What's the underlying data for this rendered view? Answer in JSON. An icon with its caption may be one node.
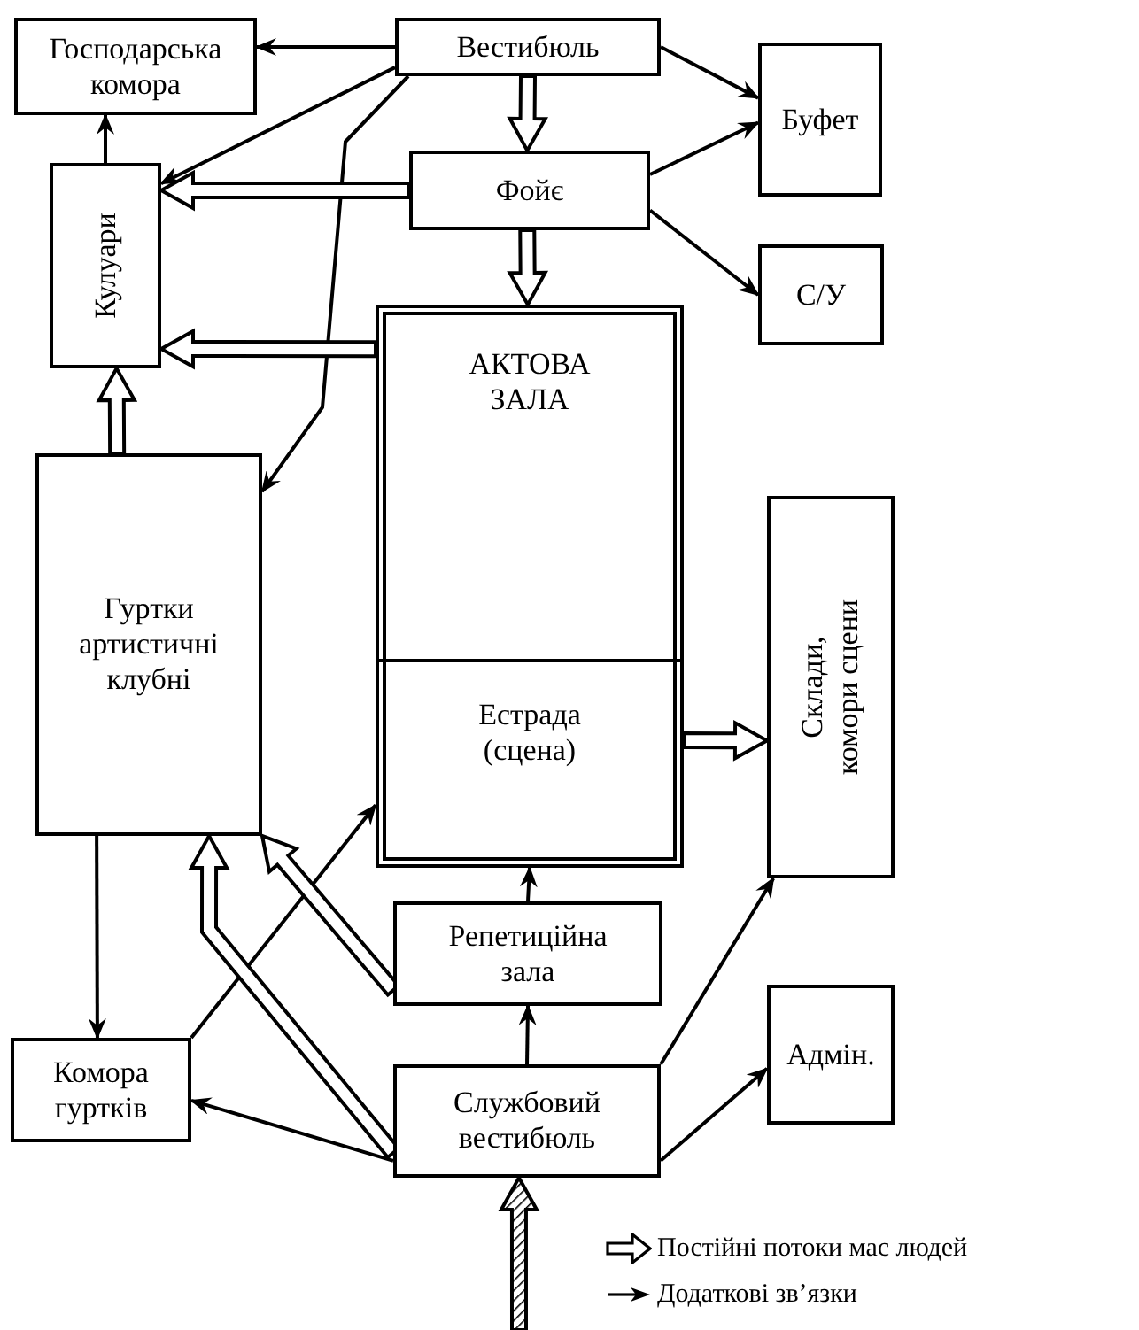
{
  "diagram": {
    "nodes": [
      {
        "text": [
          "Господарська комора"
        ]
      },
      {
        "text": [
          "Вестибюль"
        ]
      },
      {
        "text": [
          "Буфет"
        ]
      },
      {
        "text": [
          "Фойє"
        ]
      },
      {
        "text": [
          "Кулуари"
        ]
      },
      {
        "text": [
          "С/У"
        ]
      },
      {
        "text": [
          "АКТОВА ЗАЛА"
        ]
      },
      {
        "text": [
          "Естрада (сцена)"
        ],
        "in": 6
      },
      {
        "text": [
          "Гуртки артистичні клубні"
        ]
      },
      {
        "text": [
          "Склади, комори сцени"
        ]
      },
      {
        "text": [
          "Репетиційна зала"
        ]
      },
      {
        "text": [
          "Комора гуртків"
        ]
      },
      {
        "text": [
          "Службовий вестибюль"
        ]
      },
      {
        "text": [
          "Адмін."
        ]
      }
    ],
    "edges": [
      {
        "from": 1,
        "to": 0,
        "arrow": "to"
      },
      {
        "from": 1,
        "to": 4,
        "arrow": "to"
      },
      {
        "from": 1,
        "to": 8,
        "arrow": "to"
      },
      {
        "from": 1,
        "to": 2,
        "arrow": "to"
      },
      {
        "from": 3,
        "to": 2,
        "arrow": "to"
      },
      {
        "from": 3,
        "to": 5,
        "arrow": "to"
      },
      {
        "from": 4,
        "to": 0,
        "arrow": "to"
      },
      {
        "from": 8,
        "to": 11,
        "arrow": "to"
      },
      {
        "from": 11,
        "to": 7,
        "arrow": "to"
      },
      {
        "from": 10,
        "to": 7,
        "arrow": "to"
      },
      {
        "from": 12,
        "to": 10,
        "arrow": "to"
      },
      {
        "from": 12,
        "to": 11,
        "arrow": "to"
      },
      {
        "from": 12,
        "to": 9,
        "arrow": "to"
      },
      {
        "from": 12,
        "to": 13,
        "arrow": "to"
      },
      {
        "from": 1,
        "to": 3,
        "arrow": "to",
        "style": "thick"
      },
      {
        "from": 3,
        "to": 6,
        "arrow": "to",
        "style": "thick"
      },
      {
        "from": 3,
        "to": 4,
        "arrow": "to",
        "style": "thick"
      },
      {
        "from": 6,
        "to": 4,
        "arrow": "to",
        "style": "thick"
      },
      {
        "from": 8,
        "to": 4,
        "arrow": "to",
        "style": "thick"
      },
      {
        "from": 7,
        "to": 9,
        "arrow": "to",
        "style": "thick"
      },
      {
        "from": 10,
        "to": 8,
        "arrow": "to",
        "style": "thick"
      },
      {
        "from": 12,
        "to": 8,
        "arrow": "to",
        "style": "thick"
      },
      {
        "from": null,
        "to": 12,
        "arrow": "to",
        "style": "thick"
      }
    ],
    "legend": [
      {
        "text": "Постійні потоки мас людей"
      },
      {
        "text": "Додаткові зв’язки"
      }
    ]
  }
}
